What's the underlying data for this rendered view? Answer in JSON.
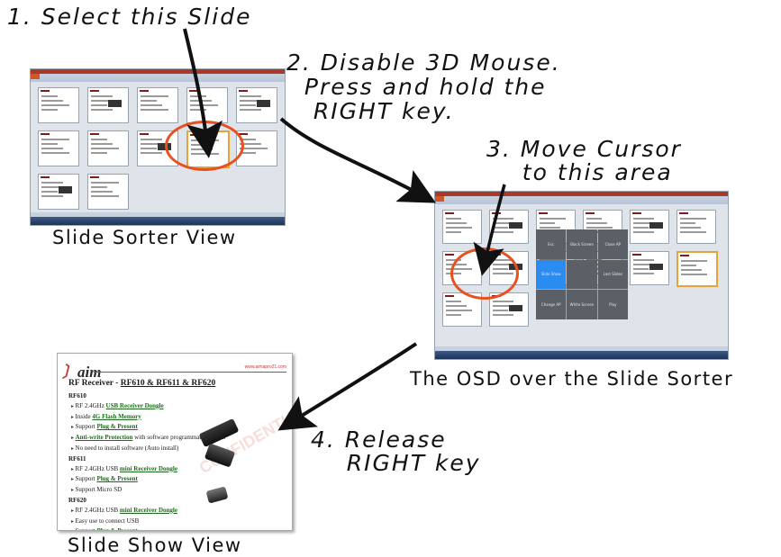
{
  "steps": {
    "step1": "1. Select this Slide",
    "step2": "2. Disable 3D Mouse.\n  Press and hold the\n   RIGHT key.",
    "step3": "3. Move Cursor\n    to this area",
    "step4": "4. Release\n    RIGHT key"
  },
  "captions": {
    "sorter": "Slide Sorter View",
    "osd": "The OSD over the Slide Sorter",
    "show": "Slide Show View"
  },
  "osd_menu": [
    "Esc",
    "Black Screen",
    "Close AP",
    "Slide Show",
    "",
    "Last Slides",
    "Change AP",
    "White Screen",
    "Play"
  ],
  "slide": {
    "logo": "aim",
    "site": "www.aimapro21.com",
    "title_prefix": "RF Receiver - ",
    "title_link": "RF610 & RF611 & RF620",
    "watermark": "CONFIDENTIAL",
    "sections": [
      {
        "heading": "RF610",
        "items": [
          {
            "text": "RF 2.4GHz ",
            "link": "USB Receiver Dongle",
            "rest": ""
          },
          {
            "text": "Inside ",
            "link": "4G Flash Memory",
            "rest": ""
          },
          {
            "text": "Support ",
            "link": "Plug & Present",
            "rest": ""
          },
          {
            "text": "",
            "link": "Anti-write Protection",
            "rest": " with software programmable switch"
          },
          {
            "text": "No need to install software (Auto install)",
            "link": "",
            "rest": ""
          }
        ]
      },
      {
        "heading": "RF611",
        "items": [
          {
            "text": "RF 2.4GHz USB ",
            "link": "mini Receiver Dongle",
            "rest": ""
          },
          {
            "text": "Support ",
            "link": "Plug & Present",
            "rest": ""
          },
          {
            "text": "Support Micro SD",
            "link": "",
            "rest": ""
          }
        ]
      },
      {
        "heading": "RF620",
        "items": [
          {
            "text": "RF 2.4GHz USB ",
            "link": "mini Receiver Dongle",
            "rest": ""
          },
          {
            "text": "Easy use to connect USB",
            "link": "",
            "rest": ""
          },
          {
            "text": "Support ",
            "link": "Plug & Present",
            "rest": ""
          }
        ]
      }
    ]
  },
  "colors": {
    "highlight_ring": "#e8501f",
    "osd_active": "#2a8cf0",
    "arrow": "#111111"
  }
}
